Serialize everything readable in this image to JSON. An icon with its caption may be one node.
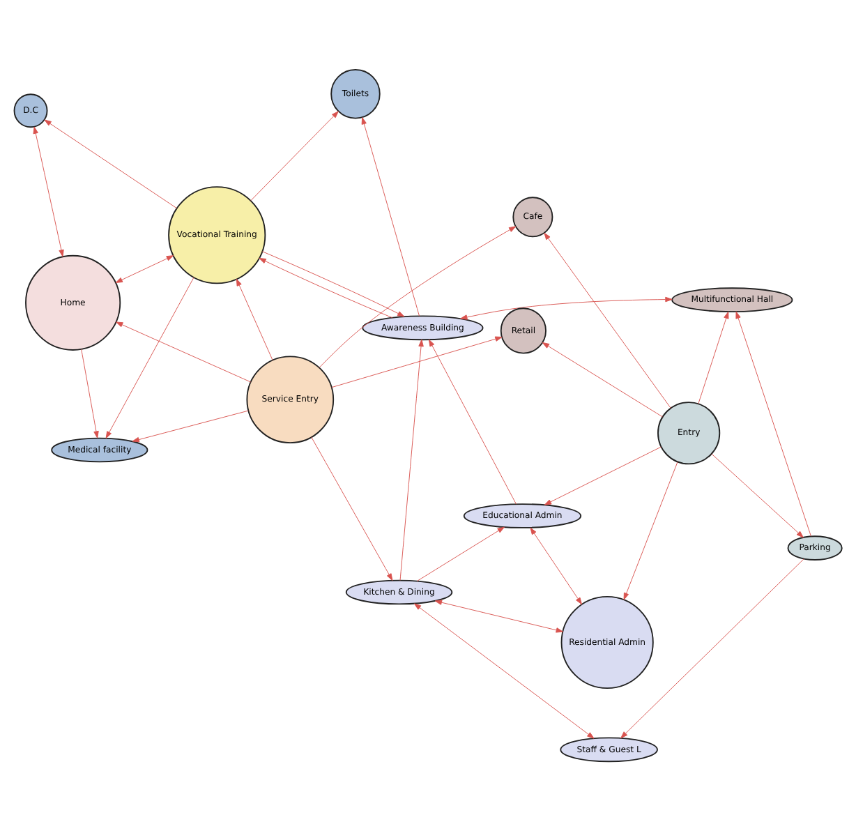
{
  "diagram": {
    "nodes": [
      {
        "text": [
          "Medical facility"
        ]
      },
      {
        "text": [
          "Toilets"
        ]
      },
      {
        "text": [
          "D.C"
        ]
      },
      {
        "text": [
          "Home"
        ]
      },
      {
        "text": [
          "Vocational Training"
        ]
      },
      {
        "text": [
          "Awareness Building"
        ]
      },
      {
        "text": [
          "Educational Admin"
        ]
      },
      {
        "text": [
          "Residential Admin"
        ]
      },
      {
        "text": [
          "Staff & Guest L"
        ]
      },
      {
        "text": [
          "Kitchen & Dining"
        ]
      },
      {
        "text": [
          "Multifunctional Hall"
        ]
      },
      {
        "text": [
          "Retail"
        ]
      },
      {
        "text": [
          "Parking"
        ]
      },
      {
        "text": [
          "Entry"
        ]
      },
      {
        "text": [
          "Cafe"
        ]
      },
      {
        "text": [
          "Service Entry"
        ]
      }
    ],
    "edges": [
      {
        "from": 4,
        "to": 0,
        "arrow": "to"
      },
      {
        "from": 4,
        "to": 1,
        "arrow": "to"
      },
      {
        "from": 4,
        "to": 2,
        "arrow": "to"
      },
      {
        "from": 2,
        "to": 3,
        "arrow": "both"
      },
      {
        "from": 3,
        "to": 0,
        "arrow": "to"
      },
      {
        "from": 15,
        "to": 0,
        "arrow": "to"
      },
      {
        "from": 3,
        "to": 4,
        "arrow": "both"
      },
      {
        "from": 4,
        "to": 5,
        "arrow": "to"
      },
      {
        "from": 5,
        "to": 1,
        "arrow": "to"
      },
      {
        "from": 5,
        "to": 4,
        "arrow": "to"
      },
      {
        "from": 15,
        "to": 3,
        "arrow": "to"
      },
      {
        "from": 15,
        "to": 4,
        "arrow": "to"
      },
      {
        "from": 9,
        "to": 5,
        "arrow": "to"
      },
      {
        "from": 7,
        "to": 9,
        "arrow": "both"
      },
      {
        "from": 6,
        "to": 7,
        "arrow": "both"
      },
      {
        "from": 6,
        "to": 5,
        "arrow": "to"
      },
      {
        "from": 9,
        "to": 6,
        "arrow": "to"
      },
      {
        "from": 10,
        "to": 5,
        "arrow": "both"
      },
      {
        "from": 12,
        "to": 10,
        "arrow": "to"
      },
      {
        "from": 13,
        "to": 10,
        "arrow": "to"
      },
      {
        "from": 13,
        "to": 6,
        "arrow": "to"
      },
      {
        "from": 13,
        "to": 7,
        "arrow": "to"
      },
      {
        "from": 13,
        "to": 11,
        "arrow": "to"
      },
      {
        "from": 13,
        "to": 14,
        "arrow": "to"
      },
      {
        "from": 13,
        "to": 12,
        "arrow": "to"
      },
      {
        "from": 12,
        "to": 8,
        "arrow": "to"
      },
      {
        "from": 8,
        "to": 9,
        "arrow": "both"
      },
      {
        "from": 15,
        "to": 9,
        "arrow": "to"
      },
      {
        "from": 15,
        "to": 11,
        "arrow": "to"
      },
      {
        "from": 15,
        "to": 14,
        "arrow": "to"
      }
    ]
  }
}
